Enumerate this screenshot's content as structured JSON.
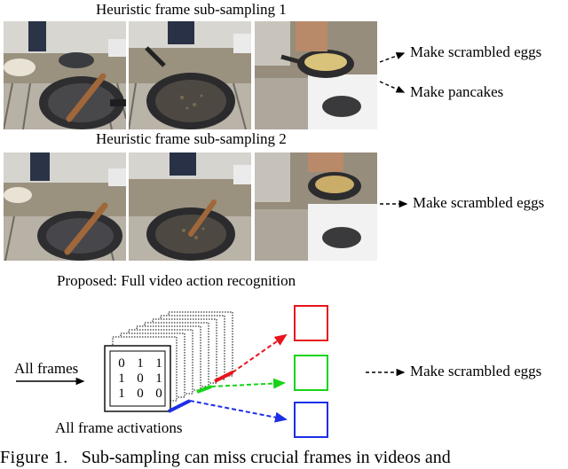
{
  "row1": {
    "title": "Heuristic frame sub-sampling 1",
    "labels": [
      "Make scrambled eggs",
      "Make pancakes"
    ]
  },
  "row2": {
    "title": "Heuristic frame sub-sampling 2",
    "labels": [
      "Make scrambled eggs"
    ]
  },
  "proposed": {
    "title": "Proposed: Full video action recognition",
    "input_label": "All frames",
    "activations_label": "All frame activations",
    "matrix": [
      [
        "0",
        "1",
        "1"
      ],
      [
        "1",
        "0",
        "1"
      ],
      [
        "1",
        "0",
        "0"
      ]
    ],
    "output_label": "Make scrambled eggs",
    "box_colors": [
      "#e8141c",
      "#18d418",
      "#1c2ee6"
    ]
  },
  "caption": {
    "label": "Figure 1.",
    "text": "Sub-sampling can miss crucial frames in videos and"
  },
  "photos": [
    "pan-with-spatula-photo",
    "empty-pan-photo",
    "scrambling-eggs-photo",
    "pan-with-spatula-photo",
    "empty-pan-photo",
    "flipping-eggs-photo"
  ]
}
